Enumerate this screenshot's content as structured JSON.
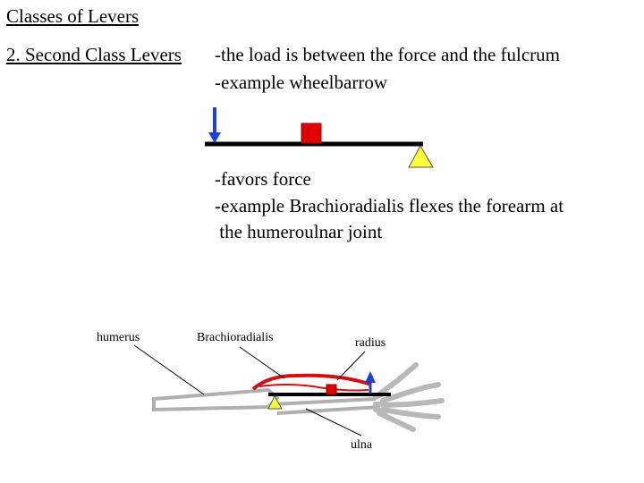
{
  "slide": {
    "title": "Classes of Levers",
    "subtitle": "2.  Second Class Levers",
    "bullets": {
      "load_between": "-the load is between the force and the fulcrum",
      "example_wheelbarrow": "-example wheelbarrow",
      "favors_force": "-favors force",
      "example_brachio_1": "-example Brachioradialis flexes the forearm at",
      "example_brachio_2": " the humeroulnar joint"
    }
  },
  "diagram_labels": {
    "humerus": "humerus",
    "brachioradialis": "Brachioradialis",
    "radius": "radius",
    "ulna": "ulna"
  },
  "colors": {
    "force_arrow": "#1f3fd6",
    "load_box": "#e00000",
    "fulcrum": "#ffff33",
    "lever_bar": "#000000",
    "muscle": "#d01010",
    "bone_outline": "#b0b0b0"
  }
}
